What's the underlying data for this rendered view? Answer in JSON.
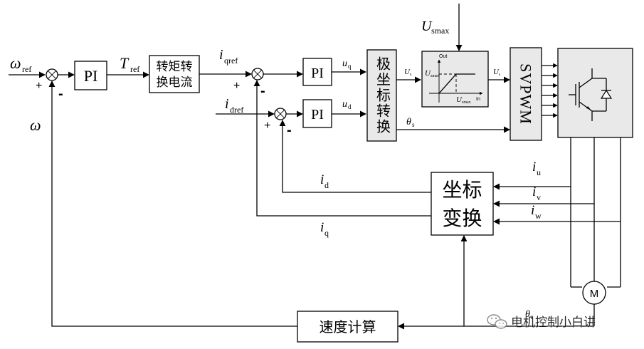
{
  "blocks": {
    "pi_speed": "PI",
    "torque_to_current": [
      "转矩转",
      "换电流"
    ],
    "pi_q": "PI",
    "pi_d": "PI",
    "polar_transform": "极坐标转换",
    "limiter": {
      "out_label": "Out",
      "in_label": "In",
      "y_mark": "U",
      "y_mark_sub": "smax",
      "x_mark": "U",
      "x_mark_sub": "smax",
      "in_signal": "U",
      "in_signal_sub": "s",
      "out_signal": "U",
      "out_signal_sub": "s"
    },
    "svpwm": "SVPWM",
    "coord_transform": [
      "坐标",
      "变换"
    ],
    "speed_calc": "速度计算",
    "motor": "M"
  },
  "signals": {
    "omega_ref": {
      "main": "ω",
      "sub": "ref"
    },
    "omega": "ω",
    "t_ref": {
      "main": "T",
      "sub": "ref"
    },
    "iq_ref": {
      "main": "i",
      "sub": "qref"
    },
    "id_ref": {
      "main": "i",
      "sub": "dref"
    },
    "uq": {
      "main": "u",
      "sub": "q"
    },
    "ud": {
      "main": "u",
      "sub": "d"
    },
    "theta_s": {
      "main": "θ",
      "sub": "s"
    },
    "u_smax": {
      "main": "U",
      "sub": "smax"
    },
    "id_fb": {
      "main": "i",
      "sub": "d"
    },
    "iq_fb": {
      "main": "i",
      "sub": "q"
    },
    "iu": {
      "main": "i",
      "sub": "u"
    },
    "iv": {
      "main": "i",
      "sub": "v"
    },
    "iw": {
      "main": "i",
      "sub": "w"
    },
    "theta_r": {
      "main": "θ",
      "sub": "r"
    }
  },
  "signs": {
    "plus": "+",
    "minus": "-"
  },
  "watermark": "电机控制小白讲"
}
